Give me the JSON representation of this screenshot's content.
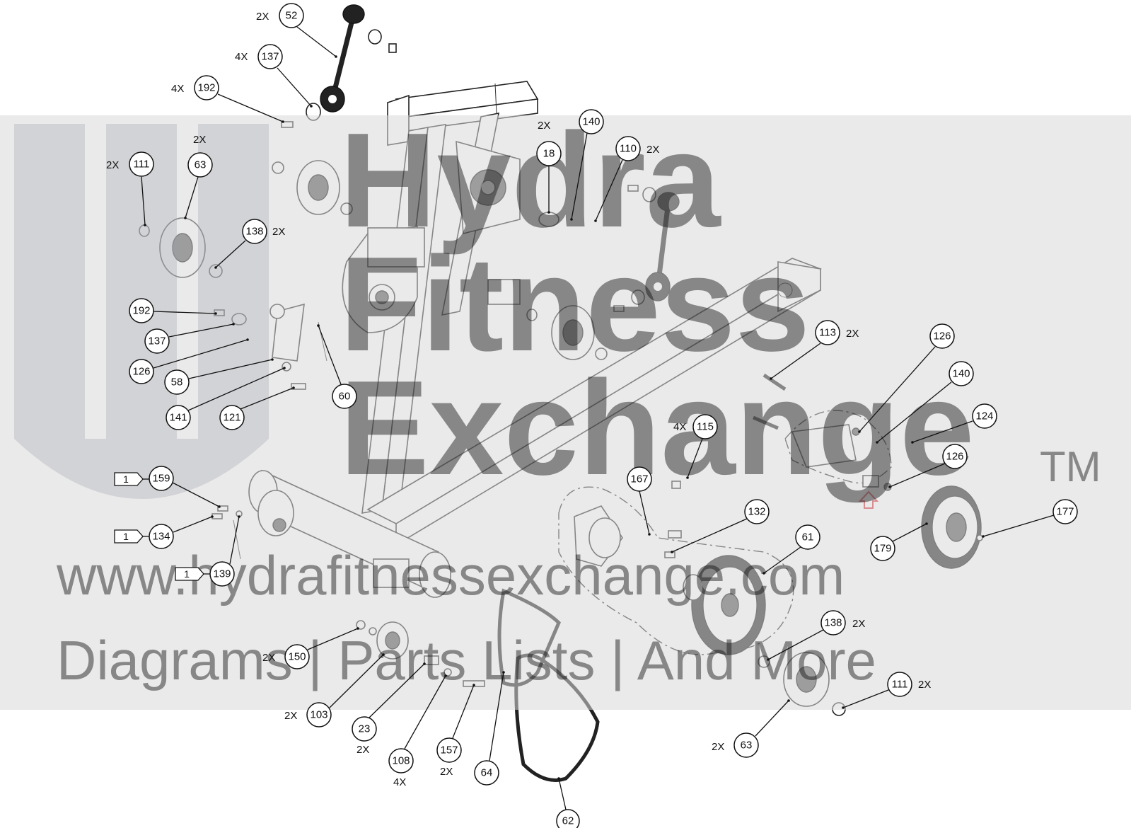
{
  "watermark": {
    "brand_line1": "Hydra",
    "brand_line2": "Fitness",
    "brand_line3": "Exchange",
    "trademark": "TM",
    "website": "www.hydrafitnessexchange.com",
    "tagline": "Diagrams | Parts Lists | And More"
  },
  "callouts": [
    {
      "id": "c52",
      "num": "52",
      "qty": "2X"
    },
    {
      "id": "c137a",
      "num": "137",
      "qty": "4X"
    },
    {
      "id": "c192a",
      "num": "192",
      "qty": "4X"
    },
    {
      "id": "c111a",
      "num": "111",
      "qty": "2X"
    },
    {
      "id": "c63a",
      "num": "63",
      "qty": "2X"
    },
    {
      "id": "c138a",
      "num": "138",
      "qty": "2X"
    },
    {
      "id": "c18",
      "num": "18",
      "qty": "2X"
    },
    {
      "id": "c140a",
      "num": "140",
      "qty": ""
    },
    {
      "id": "c110",
      "num": "110",
      "qty": "2X"
    },
    {
      "id": "c192b",
      "num": "192",
      "qty": ""
    },
    {
      "id": "c137b",
      "num": "137",
      "qty": ""
    },
    {
      "id": "c126a",
      "num": "126",
      "qty": ""
    },
    {
      "id": "c58",
      "num": "58",
      "qty": ""
    },
    {
      "id": "c141",
      "num": "141",
      "qty": ""
    },
    {
      "id": "c121",
      "num": "121",
      "qty": ""
    },
    {
      "id": "c60",
      "num": "60",
      "qty": ""
    },
    {
      "id": "c113",
      "num": "113",
      "qty": "2X"
    },
    {
      "id": "c126b",
      "num": "126",
      "qty": ""
    },
    {
      "id": "c140b",
      "num": "140",
      "qty": ""
    },
    {
      "id": "c124",
      "num": "124",
      "qty": ""
    },
    {
      "id": "c126c",
      "num": "126",
      "qty": ""
    },
    {
      "id": "c115",
      "num": "115",
      "qty": "4X"
    },
    {
      "id": "c167",
      "num": "167",
      "qty": ""
    },
    {
      "id": "c132",
      "num": "132",
      "qty": ""
    },
    {
      "id": "c61",
      "num": "61",
      "qty": ""
    },
    {
      "id": "c177",
      "num": "177",
      "qty": ""
    },
    {
      "id": "c179",
      "num": "179",
      "qty": ""
    },
    {
      "id": "c159",
      "num": "159",
      "qty": ""
    },
    {
      "id": "c134",
      "num": "134",
      "qty": ""
    },
    {
      "id": "c139",
      "num": "139",
      "qty": ""
    },
    {
      "id": "c138b",
      "num": "138",
      "qty": "2X"
    },
    {
      "id": "c111b",
      "num": "111",
      "qty": "2X"
    },
    {
      "id": "c63b",
      "num": "63",
      "qty": "2X"
    },
    {
      "id": "c150",
      "num": "150",
      "qty": "2X"
    },
    {
      "id": "c103",
      "num": "103",
      "qty": "2X"
    },
    {
      "id": "c23",
      "num": "23",
      "qty": "2X"
    },
    {
      "id": "c108",
      "num": "108",
      "qty": "4X"
    },
    {
      "id": "c157",
      "num": "157",
      "qty": "2X"
    },
    {
      "id": "c64",
      "num": "64",
      "qty": ""
    },
    {
      "id": "c62",
      "num": "62",
      "qty": ""
    }
  ],
  "tags": [
    {
      "id": "t159",
      "label": "1"
    },
    {
      "id": "t134",
      "label": "1"
    },
    {
      "id": "t139",
      "label": "1"
    }
  ],
  "colors": {
    "highlight_arrow": "#d9323a",
    "watermark_band": "#d9d9d9",
    "watermark_brand": "#9aa7bf"
  }
}
